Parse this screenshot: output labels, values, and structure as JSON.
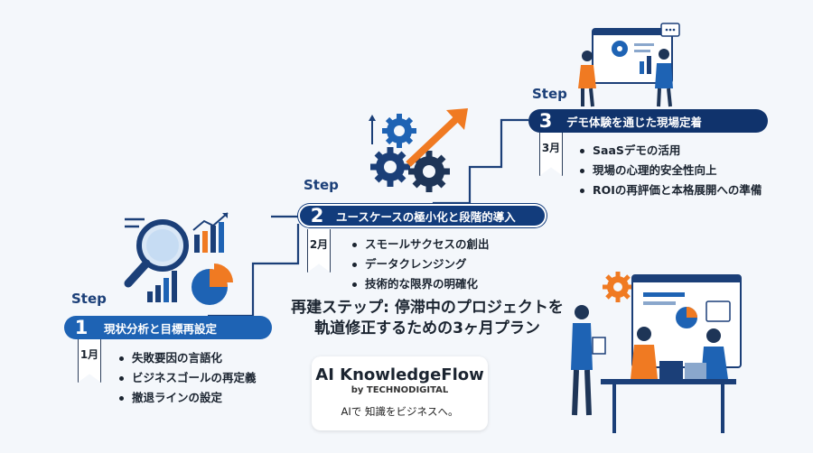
{
  "title": {
    "line1": "再建ステップ: 停滞中のプロジェクトを",
    "line2": "軌道修正するための3ヶ月プラン"
  },
  "steps": [
    {
      "word": "Step",
      "number": "1",
      "heading": "現状分析と目標再設定",
      "month": "1月",
      "items": [
        "失敗要因の言語化",
        "ビジネスゴールの再定義",
        "撤退ラインの設定"
      ]
    },
    {
      "word": "Step",
      "number": "2",
      "heading": "ユースケースの極小化と段階的導入",
      "month": "2月",
      "items": [
        "スモールサクセスの創出",
        "データクレンジング",
        "技術的な限界の明確化"
      ]
    },
    {
      "word": "Step",
      "number": "3",
      "heading": "デモ体験を通じた現場定着",
      "month": "3月",
      "items": [
        "SaaSデモの活用",
        "現場の心理的安全性向上",
        "ROIの再評価と本格展開への準備"
      ]
    }
  ],
  "logo": {
    "name": "AI KnowledgeFlow",
    "by": "by TECHNODIGITAL",
    "tagline": "AIで 知識をビジネスへ。"
  },
  "colors": {
    "primary": "#1e63b4",
    "navy": "#123c7c",
    "accent_orange": "#f07a22",
    "background": "#f4f7fb"
  },
  "icons": [
    "magnifier-icon",
    "bar-chart-icon",
    "pie-chart-icon",
    "gears-icon",
    "growth-arrow-icon",
    "presentation-icon",
    "team-meeting-icon"
  ]
}
